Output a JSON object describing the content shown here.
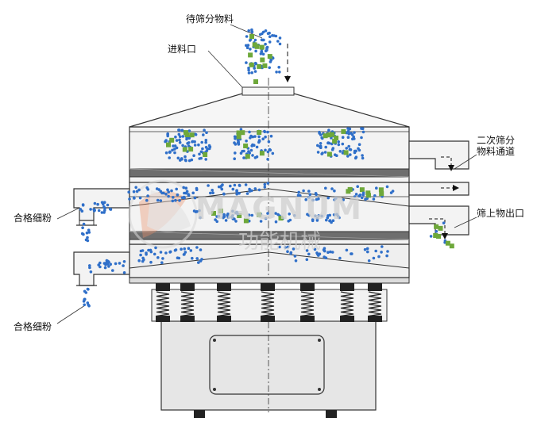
{
  "labels": {
    "material_to_screen": "待筛分物料",
    "feed_inlet": "进料口",
    "secondary_channel": "二次筛分物料通道",
    "oversize_outlet": "筛上物出口",
    "fine_powder_upper": "合格细粉",
    "fine_powder_lower": "合格细粉"
  },
  "watermark": {
    "brand": "MAGNUM",
    "cn": "功能机械"
  },
  "colors": {
    "particle_blue": "#2f6fc9",
    "particle_green": "#6ea83a",
    "line": "#333333",
    "body_fill": "#ececec",
    "screen_fill": "#6e6e6e"
  }
}
